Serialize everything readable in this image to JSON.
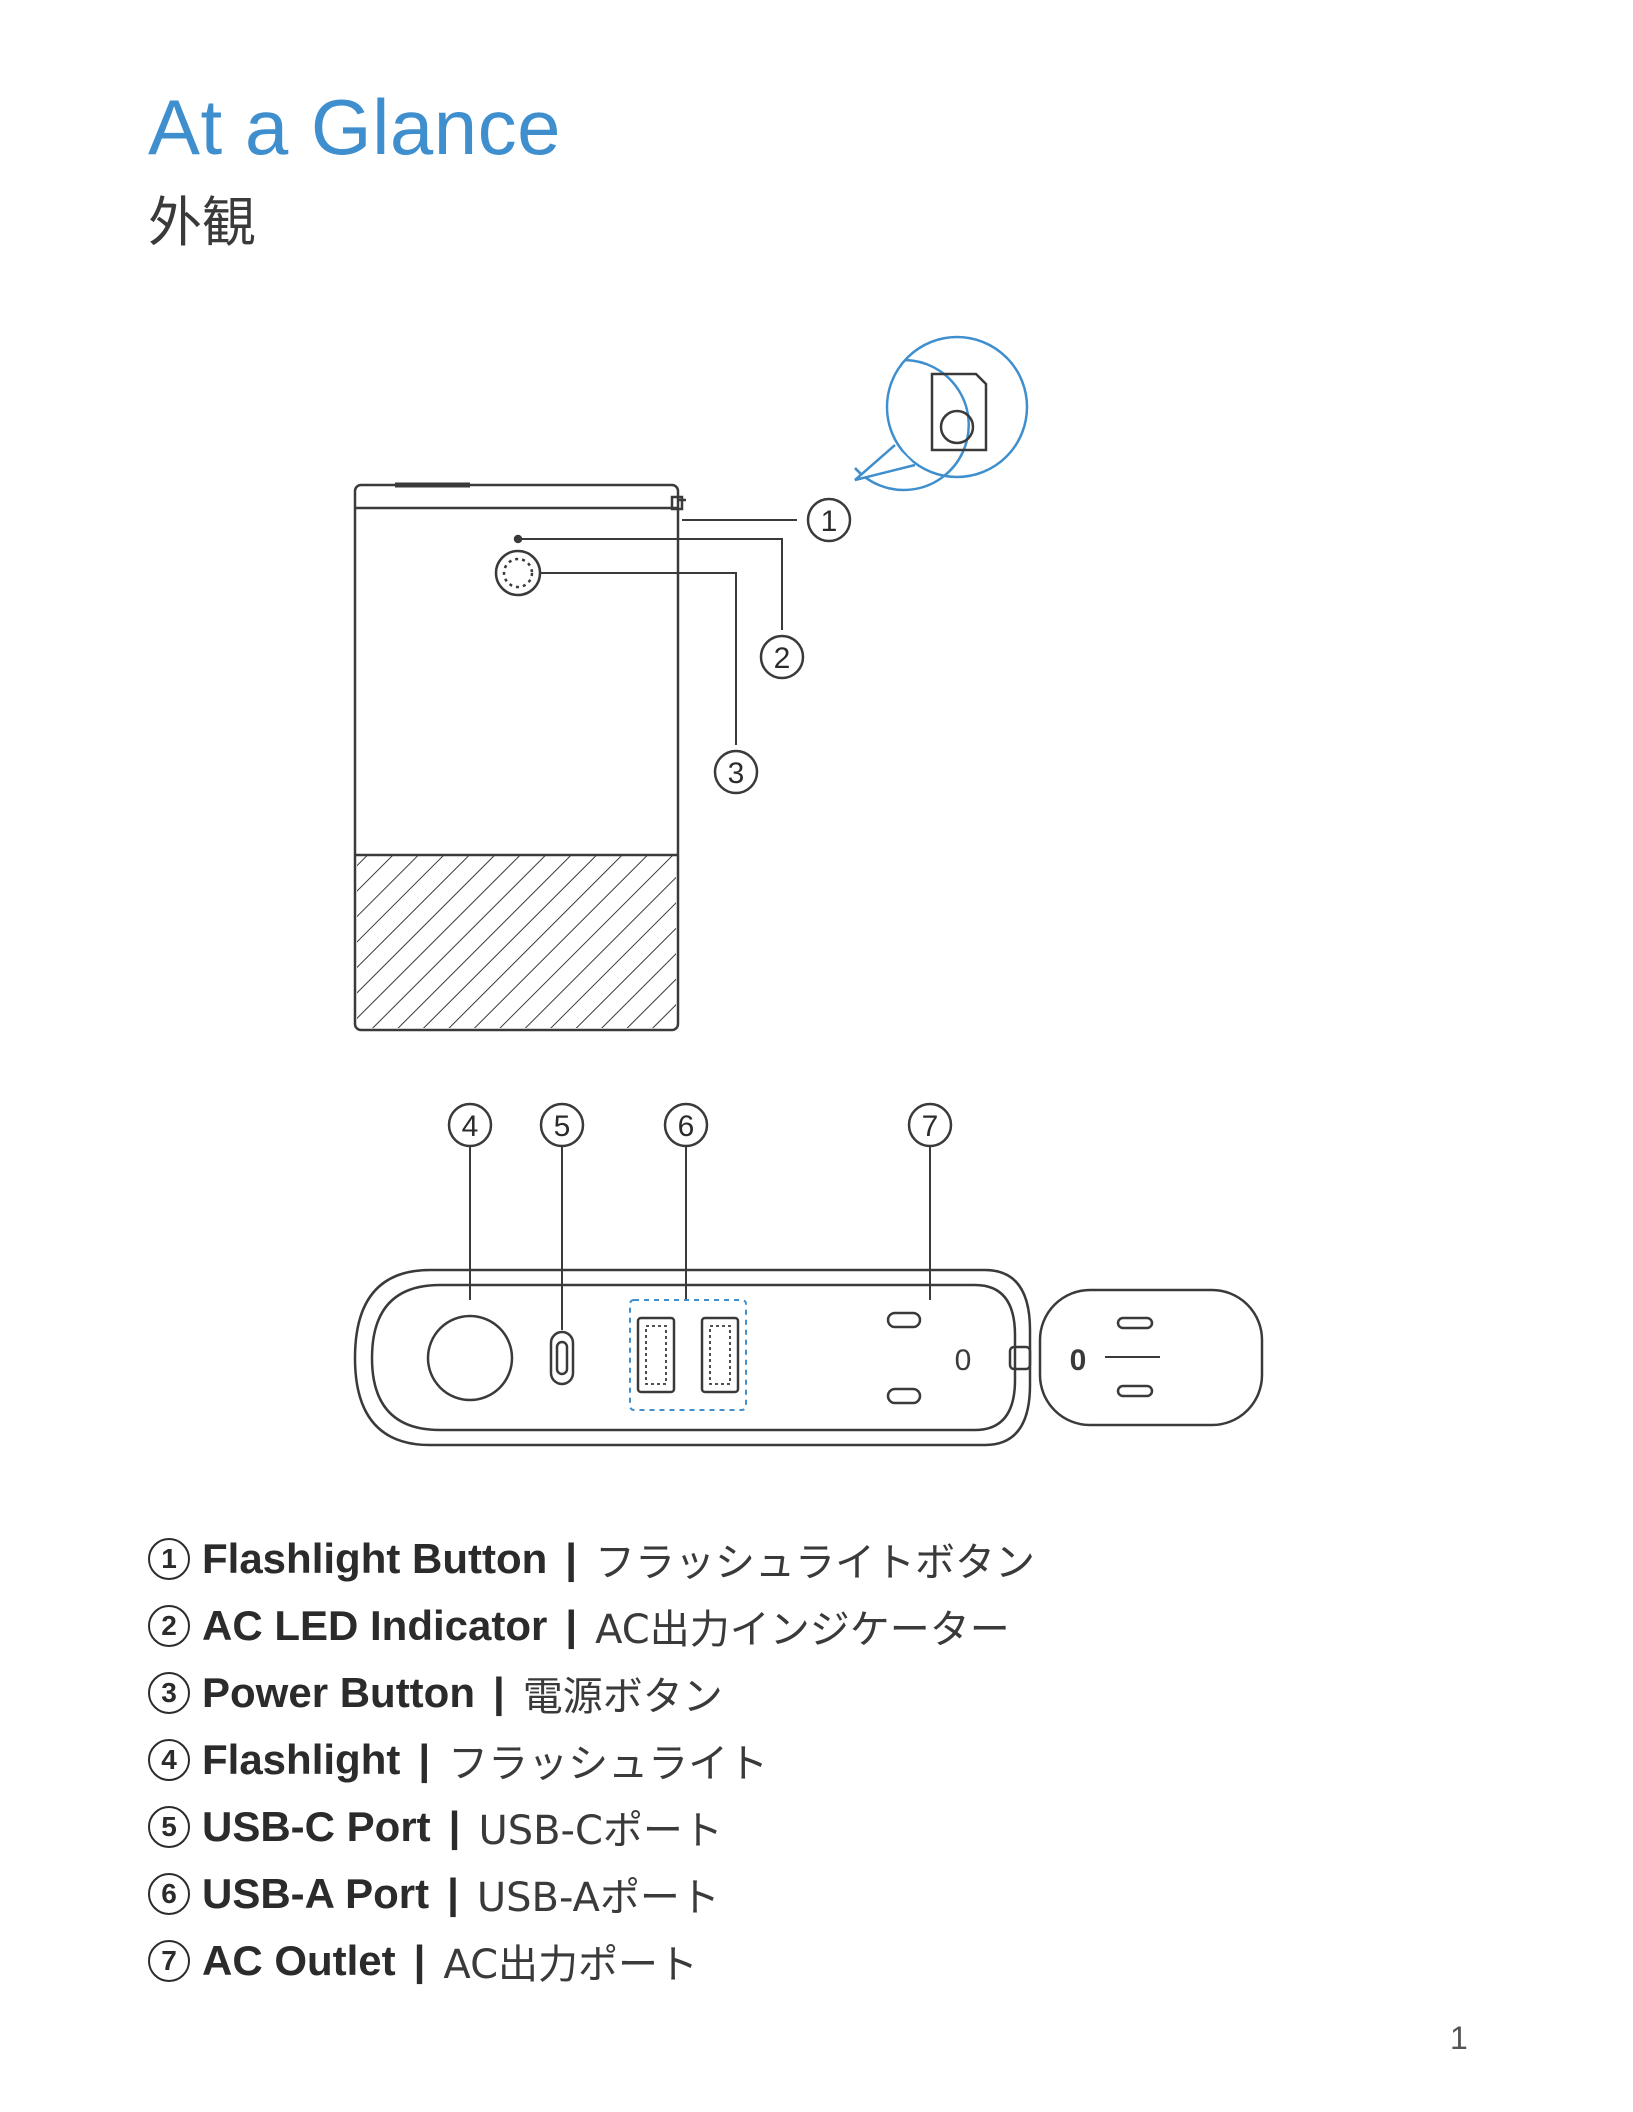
{
  "header": {
    "title": "At a Glance",
    "subtitle": "外観"
  },
  "callouts": [
    "1",
    "2",
    "3",
    "4",
    "5",
    "6",
    "7"
  ],
  "device": {
    "ac_outlet_marking": "0",
    "plug_marking": "0"
  },
  "legend": [
    {
      "num": "1",
      "en": "Flashlight Button",
      "sep": "|",
      "jp": "フラッシュライトボタン"
    },
    {
      "num": "2",
      "en": "AC LED Indicator",
      "sep": "|",
      "jp": "AC出力インジケーター"
    },
    {
      "num": "3",
      "en": "Power Button",
      "sep": "|",
      "jp": "電源ボタン"
    },
    {
      "num": "4",
      "en": "Flashlight",
      "sep": "|",
      "jp": "フラッシュライト"
    },
    {
      "num": "5",
      "en": "USB-C Port",
      "sep": "|",
      "jp": "USB-Cポート"
    },
    {
      "num": "6",
      "en": "USB-A Port",
      "sep": "|",
      "jp": "USB-Aポート"
    },
    {
      "num": "7",
      "en": "AC Outlet",
      "sep": "|",
      "jp": "AC出力ポート"
    }
  ],
  "page_number": "1",
  "colors": {
    "accent": "#3f8fce",
    "ink": "#2b2b2b"
  }
}
